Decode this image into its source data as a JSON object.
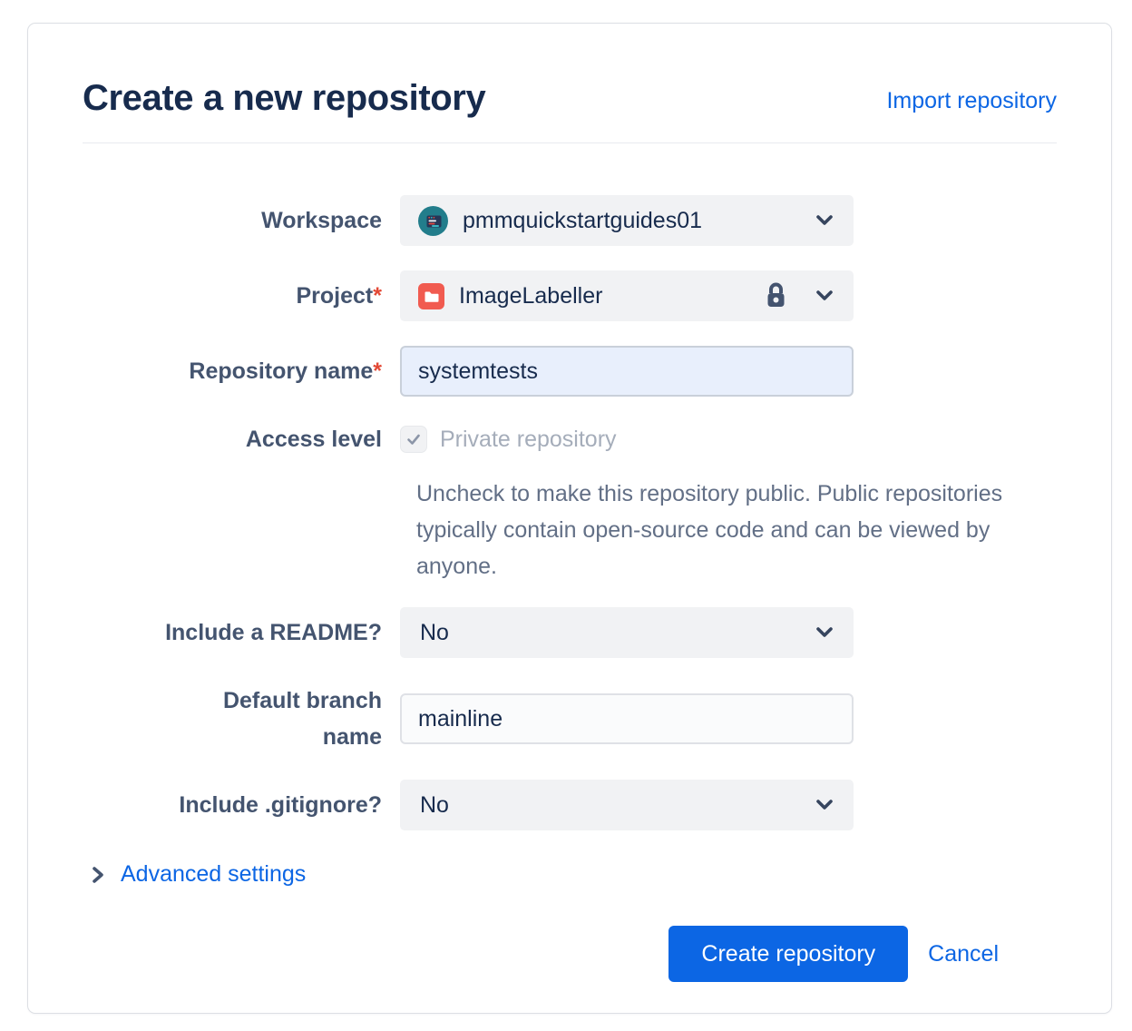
{
  "page": {
    "title": "Create a new repository",
    "import_link": "Import repository"
  },
  "form": {
    "workspace": {
      "label": "Workspace",
      "value": "pmmquickstartguides01",
      "icon": "workspace-avatar-icon"
    },
    "project": {
      "label": "Project",
      "required_mark": "*",
      "value": "ImageLabeller",
      "icon": "folder-icon",
      "lock_icon": "lock-icon"
    },
    "repository_name": {
      "label": "Repository name",
      "required_mark": "*",
      "value": "systemtests"
    },
    "access_level": {
      "label": "Access level",
      "checkbox_label": "Private repository",
      "checked": true,
      "help_text": "Uncheck to make this repository public. Public repositories typically contain open-source code and can be viewed by anyone."
    },
    "include_readme": {
      "label": "Include a README?",
      "value": "No"
    },
    "default_branch": {
      "label": "Default branch name",
      "value": "mainline"
    },
    "include_gitignore": {
      "label": "Include .gitignore?",
      "value": "No"
    }
  },
  "advanced_settings": {
    "label": "Advanced settings",
    "icon": "chevron-right-icon",
    "expanded": false
  },
  "actions": {
    "create_label": "Create repository",
    "cancel_label": "Cancel"
  },
  "icons": {
    "dropdown": "chevron-down-icon",
    "checkbox_check": "check-icon"
  },
  "colors": {
    "accent_blue": "#0C66E4",
    "title_text": "#172B4D",
    "label_text": "#44546F",
    "muted_text": "#626F86",
    "disabled_text": "#A5ADBA",
    "required_red": "#E34935",
    "project_icon_red": "#F15B50",
    "workspace_avatar_teal": "#227D8B",
    "field_gray": "#F1F2F4",
    "autofill_blue": "#E8EFFC"
  }
}
